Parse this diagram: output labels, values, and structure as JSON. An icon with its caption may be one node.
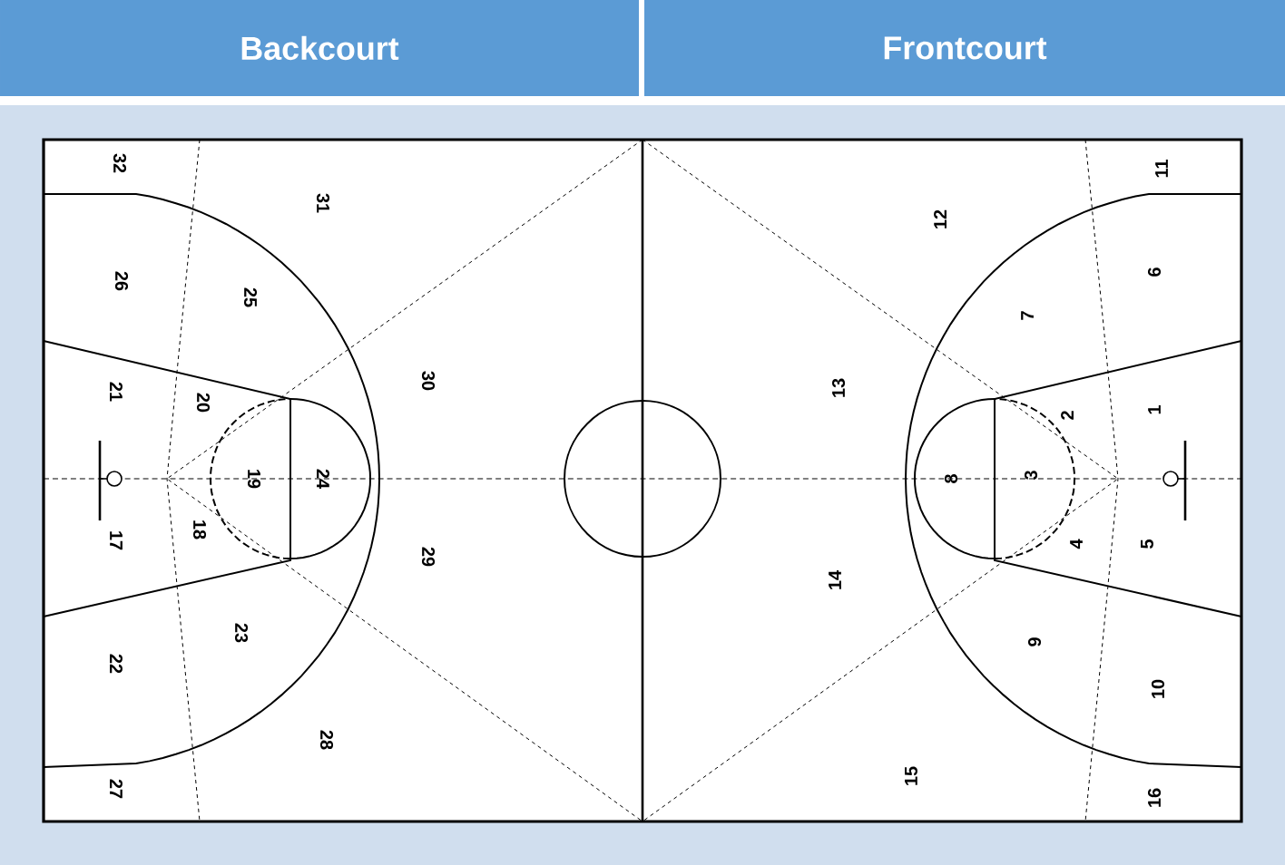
{
  "diagram": {
    "nodes": [
      {
        "text": [
          "Backcourt"
        ]
      },
      {
        "text": [
          "Frontcourt"
        ]
      }
    ],
    "labels": [
      "1",
      "2",
      "3",
      "4",
      "5",
      "6",
      "7",
      "8",
      "9",
      "10",
      "11",
      "12",
      "13",
      "14",
      "15",
      "16",
      "17",
      "18",
      "19",
      "20",
      "21",
      "22",
      "23",
      "24",
      "25",
      "26",
      "27",
      "28",
      "29",
      "30",
      "31",
      "32"
    ]
  }
}
